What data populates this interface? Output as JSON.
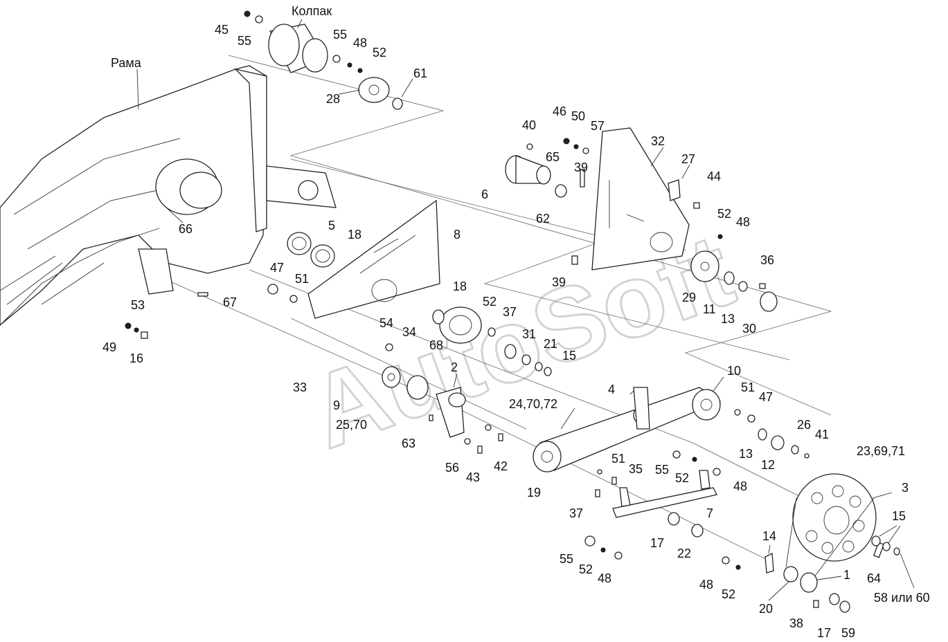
{
  "watermark": "AutoSoft",
  "labels": [
    {
      "id": "kolpak",
      "text": "Колпак"
    },
    {
      "id": "rama",
      "text": "Рама"
    },
    {
      "id": "p45",
      "text": "45"
    },
    {
      "id": "p55a",
      "text": "55"
    },
    {
      "id": "p55b",
      "text": "55"
    },
    {
      "id": "p48a",
      "text": "48"
    },
    {
      "id": "p52a",
      "text": "52"
    },
    {
      "id": "p61",
      "text": "61"
    },
    {
      "id": "p28",
      "text": "28"
    },
    {
      "id": "p66",
      "text": "66"
    },
    {
      "id": "p5",
      "text": "5"
    },
    {
      "id": "p18a",
      "text": "18"
    },
    {
      "id": "p8",
      "text": "8"
    },
    {
      "id": "p47a",
      "text": "47"
    },
    {
      "id": "p51a",
      "text": "51"
    },
    {
      "id": "p67",
      "text": "67"
    },
    {
      "id": "p53",
      "text": "53"
    },
    {
      "id": "p49",
      "text": "49"
    },
    {
      "id": "p16",
      "text": "16"
    },
    {
      "id": "p46",
      "text": "46"
    },
    {
      "id": "p50",
      "text": "50"
    },
    {
      "id": "p57",
      "text": "57"
    },
    {
      "id": "p40",
      "text": "40"
    },
    {
      "id": "p65",
      "text": "65"
    },
    {
      "id": "p39a",
      "text": "39"
    },
    {
      "id": "p6",
      "text": "6"
    },
    {
      "id": "p62",
      "text": "62"
    },
    {
      "id": "p32",
      "text": "32"
    },
    {
      "id": "p27",
      "text": "27"
    },
    {
      "id": "p44",
      "text": "44"
    },
    {
      "id": "p52b",
      "text": "52"
    },
    {
      "id": "p48b",
      "text": "48"
    },
    {
      "id": "p36",
      "text": "36"
    },
    {
      "id": "p39b",
      "text": "39"
    },
    {
      "id": "p29",
      "text": "29"
    },
    {
      "id": "p11",
      "text": "11"
    },
    {
      "id": "p13a",
      "text": "13"
    },
    {
      "id": "p30",
      "text": "30"
    },
    {
      "id": "p18b",
      "text": "18"
    },
    {
      "id": "p52c",
      "text": "52"
    },
    {
      "id": "p37a",
      "text": "37"
    },
    {
      "id": "p54",
      "text": "54"
    },
    {
      "id": "p34",
      "text": "34"
    },
    {
      "id": "p68",
      "text": "68"
    },
    {
      "id": "p31",
      "text": "31"
    },
    {
      "id": "p21",
      "text": "21"
    },
    {
      "id": "p15a",
      "text": "15"
    },
    {
      "id": "p33",
      "text": "33"
    },
    {
      "id": "p9",
      "text": "9"
    },
    {
      "id": "p2",
      "text": "2"
    },
    {
      "id": "p2570",
      "text": "25,70"
    },
    {
      "id": "p63",
      "text": "63"
    },
    {
      "id": "p56",
      "text": "56"
    },
    {
      "id": "p43",
      "text": "43"
    },
    {
      "id": "p42",
      "text": "42"
    },
    {
      "id": "p247072",
      "text": "24,70,72"
    },
    {
      "id": "p4",
      "text": "4"
    },
    {
      "id": "p10",
      "text": "10"
    },
    {
      "id": "p51b",
      "text": "51"
    },
    {
      "id": "p47b",
      "text": "47"
    },
    {
      "id": "p26",
      "text": "26"
    },
    {
      "id": "p41",
      "text": "41"
    },
    {
      "id": "p13b",
      "text": "13"
    },
    {
      "id": "p12",
      "text": "12"
    },
    {
      "id": "p236971",
      "text": "23,69,71"
    },
    {
      "id": "p51c",
      "text": "51"
    },
    {
      "id": "p35",
      "text": "35"
    },
    {
      "id": "p55c",
      "text": "55"
    },
    {
      "id": "p52d",
      "text": "52"
    },
    {
      "id": "p48c",
      "text": "48"
    },
    {
      "id": "p19",
      "text": "19"
    },
    {
      "id": "p37b",
      "text": "37"
    },
    {
      "id": "p7",
      "text": "7"
    },
    {
      "id": "p3",
      "text": "3"
    },
    {
      "id": "p15b",
      "text": "15"
    },
    {
      "id": "p17a",
      "text": "17"
    },
    {
      "id": "p22",
      "text": "22"
    },
    {
      "id": "p14",
      "text": "14"
    },
    {
      "id": "p55d",
      "text": "55"
    },
    {
      "id": "p52e",
      "text": "52"
    },
    {
      "id": "p48d",
      "text": "48"
    },
    {
      "id": "p64",
      "text": "64"
    },
    {
      "id": "p1",
      "text": "1"
    },
    {
      "id": "p48e",
      "text": "48"
    },
    {
      "id": "p52f",
      "text": "52"
    },
    {
      "id": "p5860",
      "text": "58 или 60"
    },
    {
      "id": "p20",
      "text": "20"
    },
    {
      "id": "p38",
      "text": "38"
    },
    {
      "id": "p17b",
      "text": "17"
    },
    {
      "id": "p59",
      "text": "59"
    }
  ]
}
